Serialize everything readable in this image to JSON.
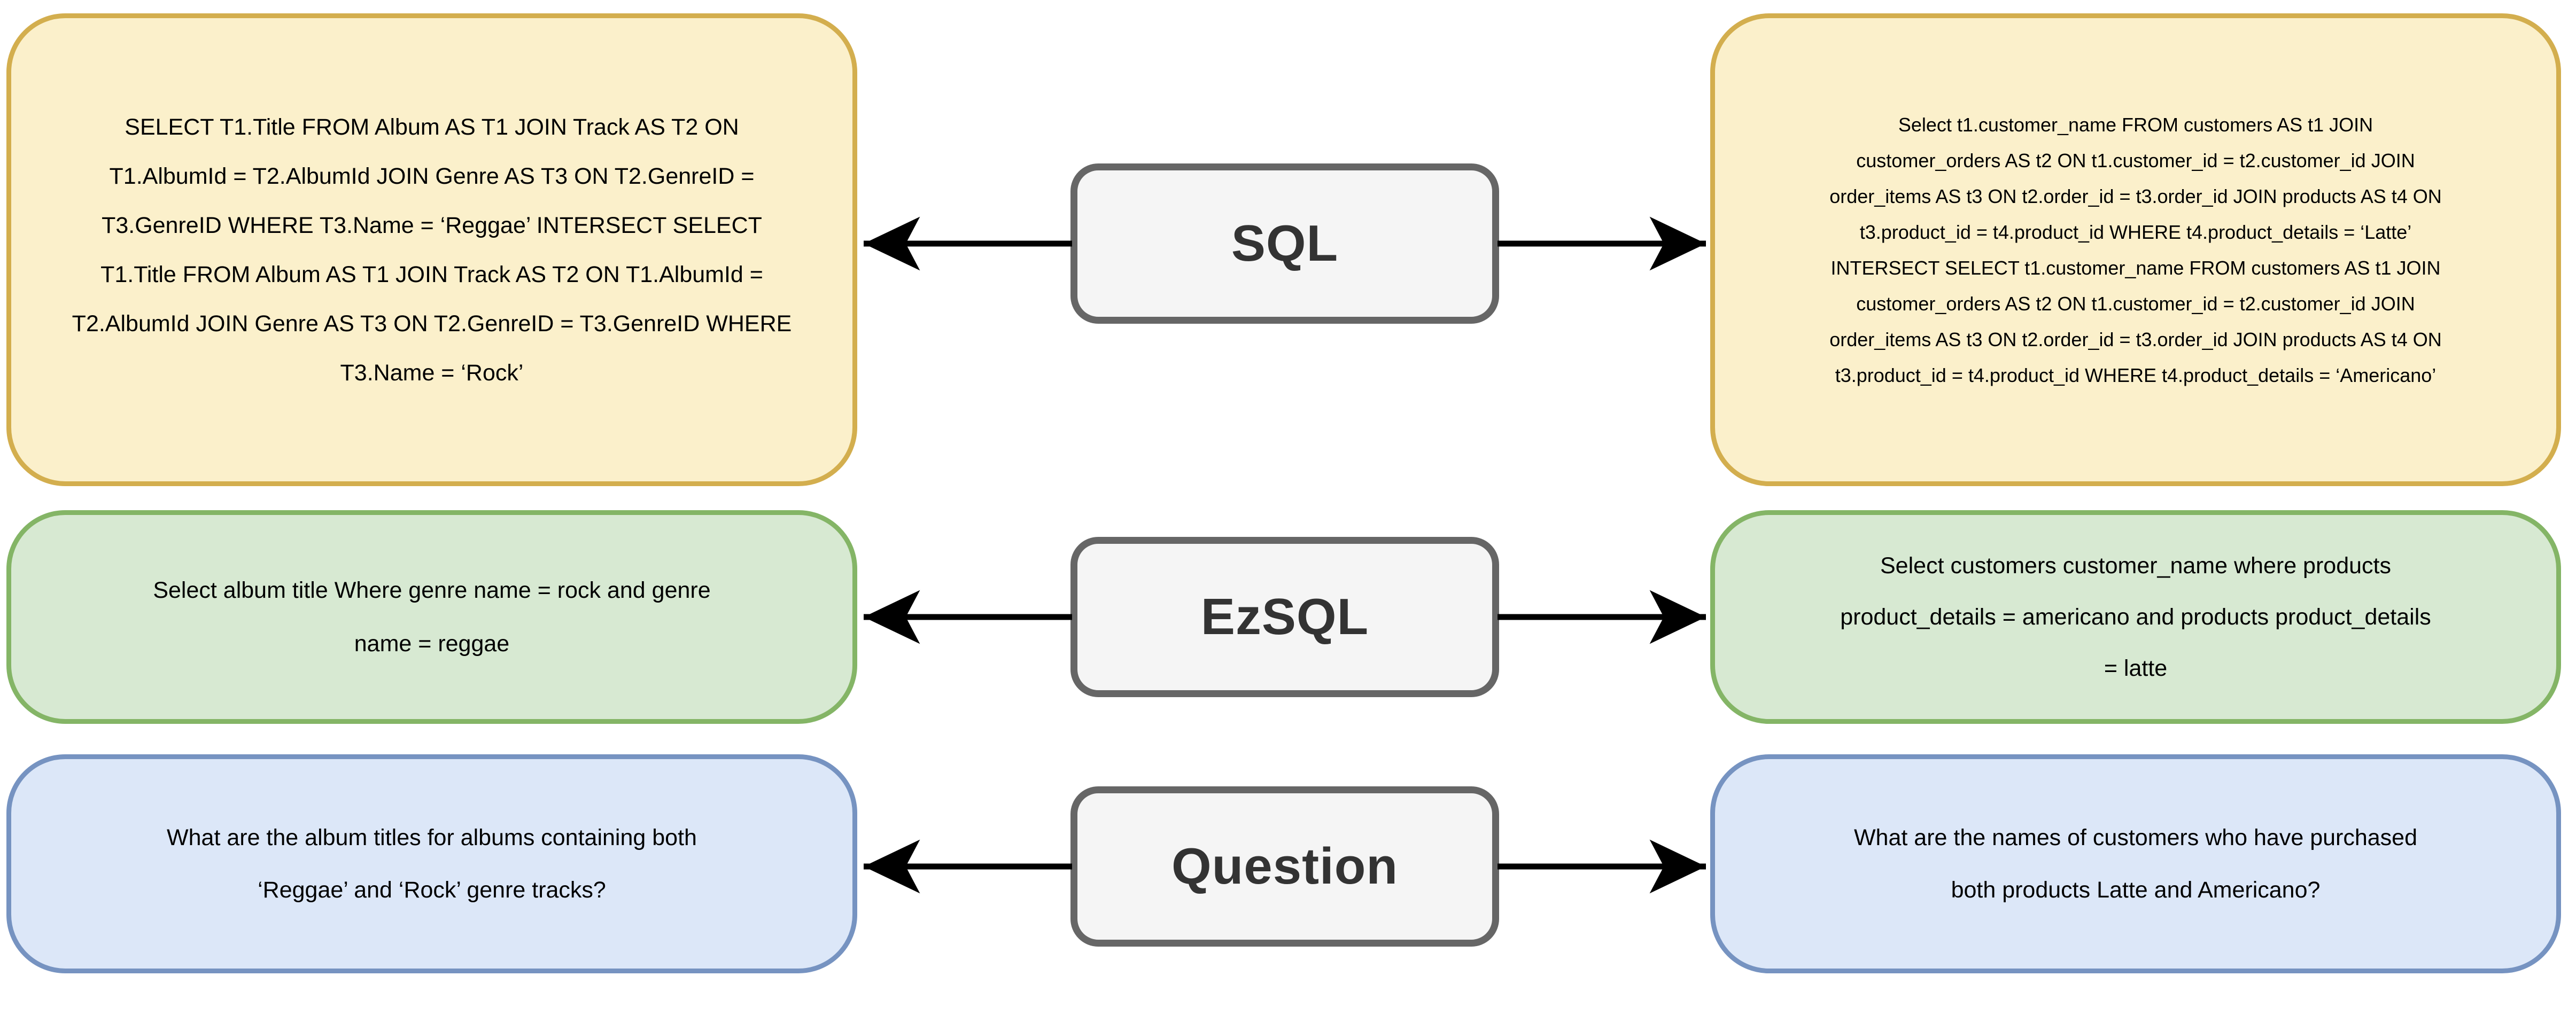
{
  "diagram": {
    "rows": [
      {
        "label": "SQL",
        "left_text": "SELECT T1.Title FROM Album AS T1 JOIN Track AS T2 ON\nT1.AlbumId = T2.AlbumId JOIN Genre AS T3 ON T2.GenreID =\nT3.GenreID WHERE T3.Name = ‘Reggae’ INTERSECT SELECT\nT1.Title FROM Album AS T1 JOIN Track AS T2 ON T1.AlbumId =\nT2.AlbumId JOIN Genre AS T3 ON T2.GenreID = T3.GenreID WHERE\nT3.Name = ‘Rock’",
        "right_text": "Select t1.customer_name FROM customers AS t1 JOIN\ncustomer_orders AS t2 ON t1.customer_id = t2.customer_id JOIN\norder_items AS t3 ON t2.order_id = t3.order_id JOIN products AS t4 ON\nt3.product_id = t4.product_id WHERE t4.product_details = ‘Latte’\nINTERSECT SELECT t1.customer_name FROM customers AS t1 JOIN\ncustomer_orders AS t2 ON t1.customer_id = t2.customer_id JOIN\norder_items AS t3 ON t2.order_id = t3.order_id JOIN products AS t4 ON\nt3.product_id = t4.product_id WHERE t4.product_details = ‘Americano’"
      },
      {
        "label": "EzSQL",
        "left_text": "Select album title Where genre name = rock and genre\nname = reggae",
        "right_text": "Select customers customer_name where products\nproduct_details = americano and products product_details\n= latte"
      },
      {
        "label": "Question",
        "left_text": "What are the album titles for albums containing both\n‘Reggae’ and ‘Rock’ genre tracks?",
        "right_text": "What are the names of customers who have purchased\nboth products Latte and Americano?"
      }
    ],
    "colors": {
      "sql_box_fill": "#FBF0CB",
      "sql_box_border": "#D3AE4E",
      "ezsql_box_fill": "#D7E9D2",
      "ezsql_box_border": "#84B566",
      "question_box_fill": "#DCE7F8",
      "question_box_border": "#7693C1",
      "label_box_fill": "#F5F5F5",
      "label_box_border": "#666666",
      "label_text": "#333333",
      "arrow": "#000000",
      "body_text": "#000000"
    }
  }
}
